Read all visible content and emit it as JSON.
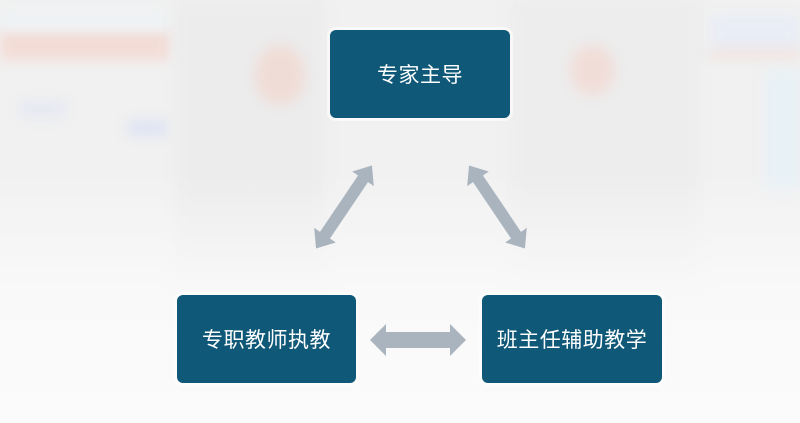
{
  "diagram": {
    "type": "cycle-triangle",
    "nodes": [
      {
        "id": "top",
        "label": "专家主导"
      },
      {
        "id": "bottom-left",
        "label": "专职教师执教"
      },
      {
        "id": "bottom-right",
        "label": "班主任辅助教学"
      }
    ],
    "edges": [
      {
        "from": "top",
        "to": "bottom-left",
        "style": "double-arrow"
      },
      {
        "from": "top",
        "to": "bottom-right",
        "style": "double-arrow"
      },
      {
        "from": "bottom-left",
        "to": "bottom-right",
        "style": "double-arrow"
      }
    ],
    "colors": {
      "node_fill": "#0f5878",
      "node_text": "#ffffff",
      "arrow_fill": "#a9b4bf",
      "background": "#f1f1f1"
    }
  }
}
